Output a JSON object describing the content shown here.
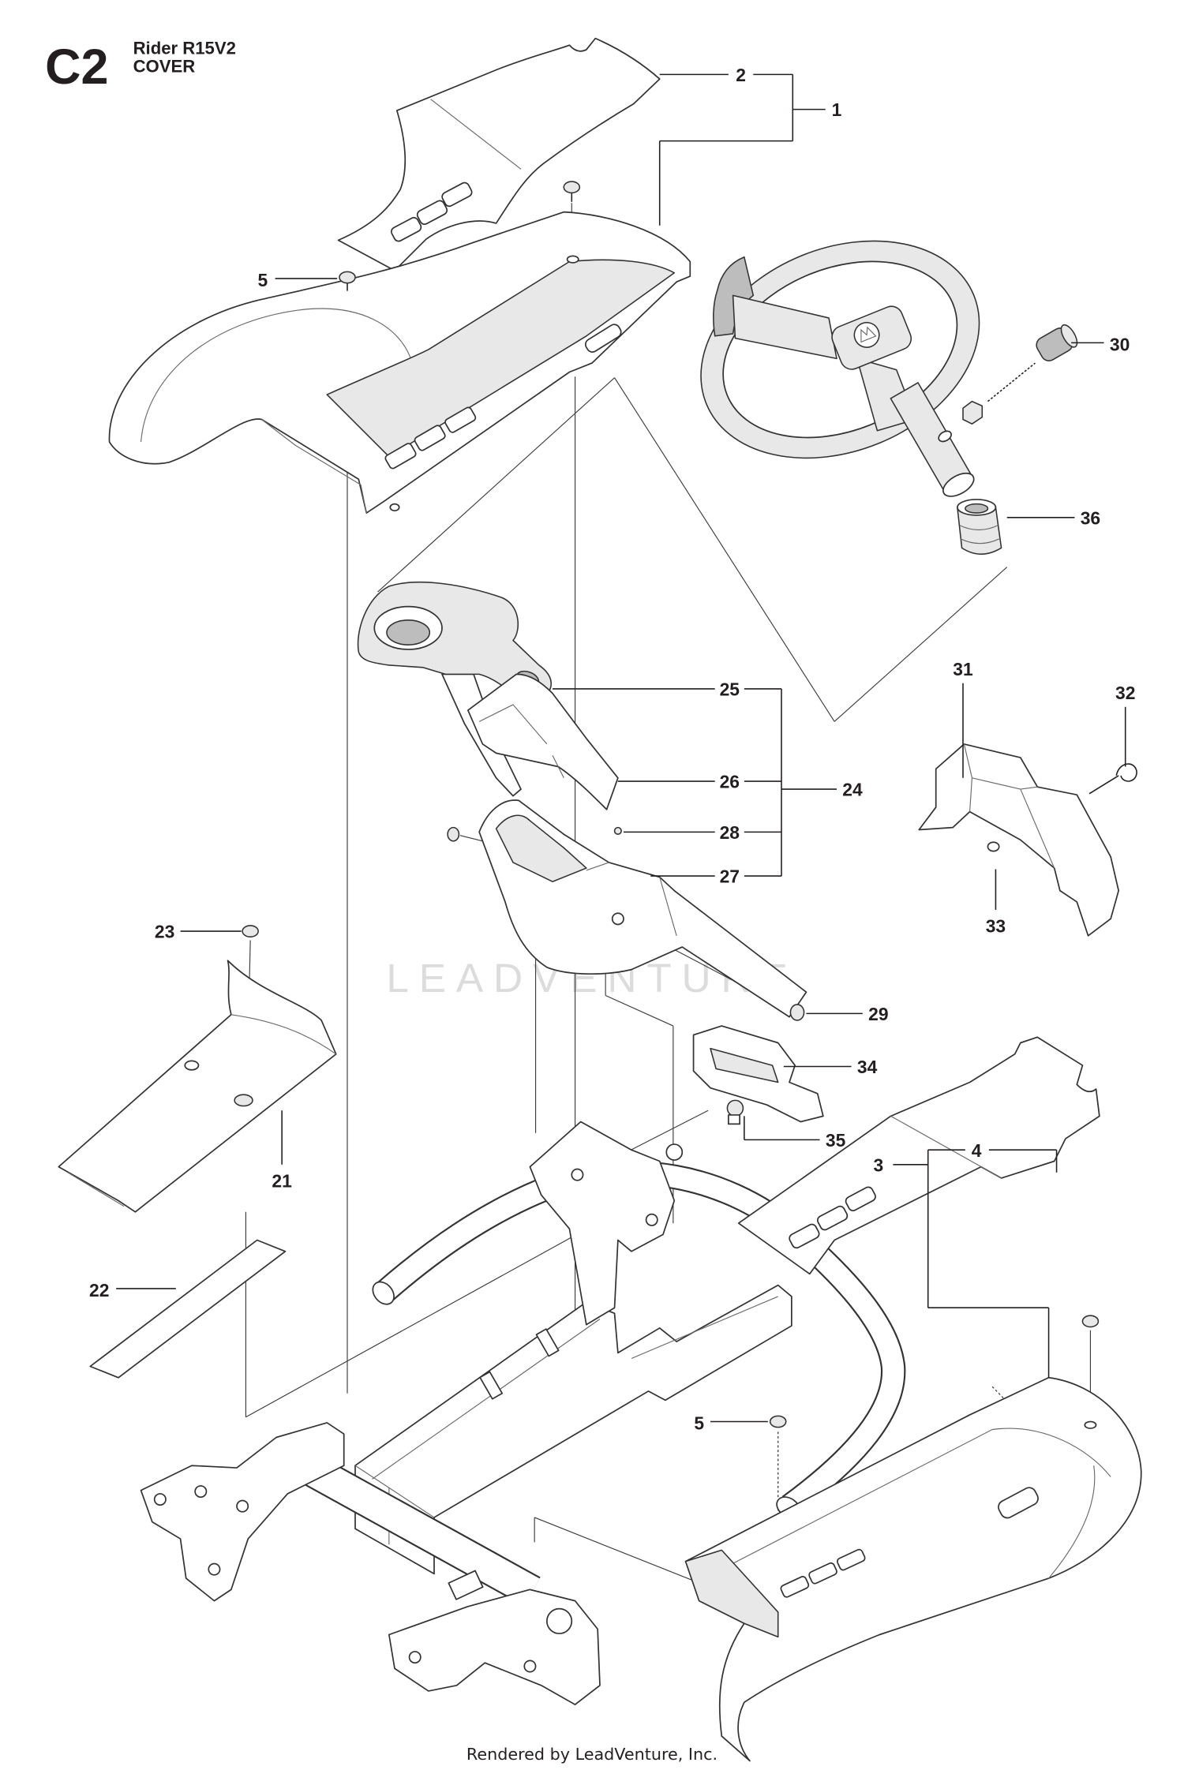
{
  "header": {
    "code": "C2",
    "model": "Rider R15V2",
    "section": "COVER"
  },
  "callouts": [
    "1",
    "2",
    "3",
    "4",
    "5",
    "5",
    "21",
    "22",
    "23",
    "24",
    "25",
    "26",
    "27",
    "28",
    "29",
    "30",
    "31",
    "32",
    "33",
    "34",
    "35",
    "36"
  ],
  "watermark": "LEADVENTURE",
  "footer": "Rendered by LeadVenture, Inc.",
  "colors": {
    "ink": "#231f20",
    "watermark": "#dcdcdc"
  }
}
